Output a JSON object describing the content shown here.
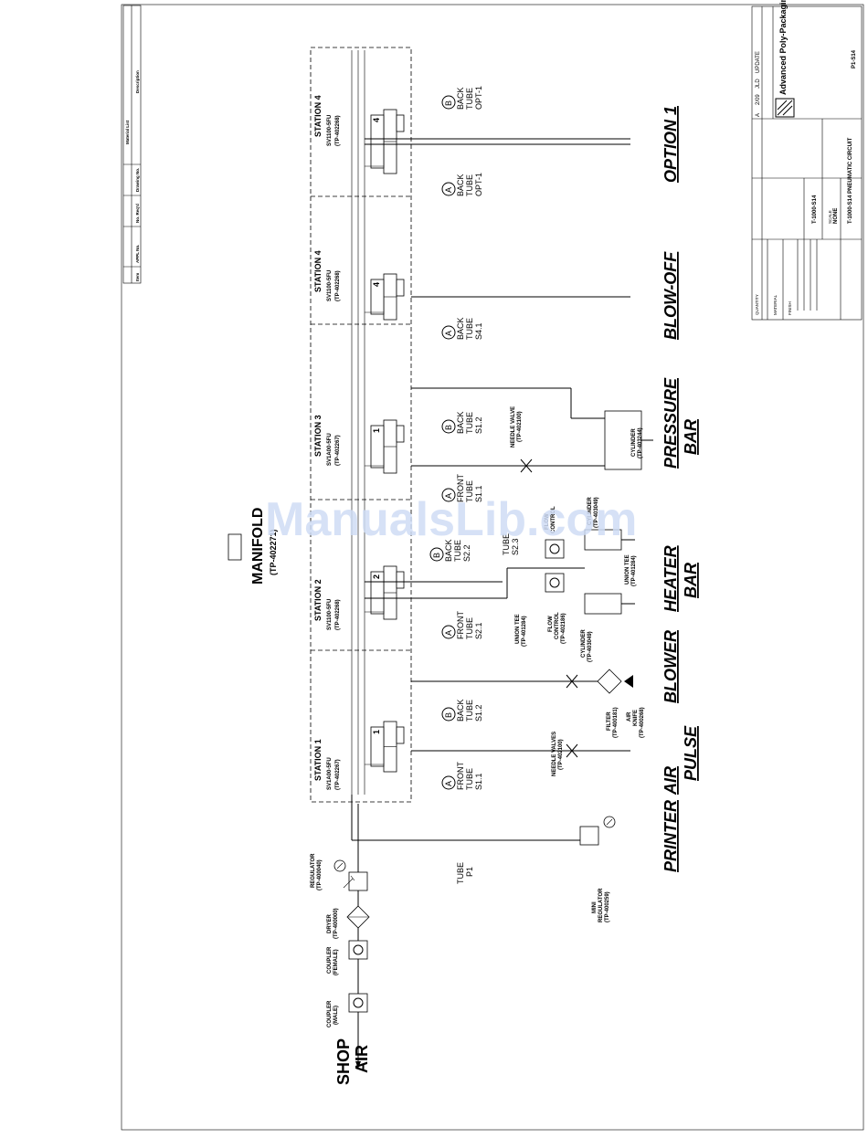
{
  "title_block": {
    "company": "Advanced Poly-Packaging Inc.",
    "drawing_title": "T-1000-S14 PNEUMATIC CIRCUIT",
    "drawing_no": "T-1000-S14",
    "sheet": "P1-S14",
    "rev_letter": "A",
    "rev_date": "2/09",
    "rev_by": "JLD",
    "rev_desc": "UPDATE",
    "quantity_label": "QUANTITY",
    "material_label": "MATERIAL",
    "finish_label": "FINISH",
    "scale_label": "SCALE",
    "scale_value": "NONE"
  },
  "material_list": {
    "title": "Material List",
    "columns": [
      "Item",
      "APPL No.",
      "No. Req'd",
      "Drawing No.",
      "Description"
    ]
  },
  "watermark": "ManualsLib.com",
  "labels": {
    "shop_air_1": "SHOP",
    "shop_air_2": "AIR",
    "manifold": "MANIFOLD",
    "manifold_part": "(TP-402271)",
    "coupler_male_1": "COUPLER",
    "coupler_male_2": "(MALE)",
    "coupler_female_1": "COUPLER",
    "coupler_female_2": "(FEMALE)",
    "dryer_1": "DRYER",
    "dryer_2": "(TP-400000)",
    "regulator_1": "REGULATOR",
    "regulator_2": "(TP-400040)",
    "mini_reg_1": "MINI",
    "mini_reg_2": "REGULATOR",
    "mini_reg_3": "(TP-400259)",
    "tube_p1_1": "TUBE",
    "tube_p1_2": "P1"
  },
  "stations": [
    {
      "name": "STATION 1",
      "valve": "SV1A00-5FU",
      "part": "(TP-402267)"
    },
    {
      "name": "STATION 2",
      "valve": "SV1100-5FU",
      "part": "(TP-402268)"
    },
    {
      "name": "STATION 3",
      "valve": "SV1A00-5FU",
      "part": "(TP-402267)"
    },
    {
      "name": "STATION 4",
      "valve": "SV1100-5FU",
      "part": "(TP-402268)"
    },
    {
      "name": "STATION 4",
      "valve": "SV1100-5FU",
      "part": "(TP-402268)"
    }
  ],
  "valve_numbers": [
    "1",
    "2",
    "1",
    "4",
    "4"
  ],
  "tubes": [
    {
      "port": "A",
      "l1": "FRONT",
      "l2": "TUBE",
      "l3": "S1.1"
    },
    {
      "port": "B",
      "l1": "BACK",
      "l2": "TUBE",
      "l3": "S1.2"
    },
    {
      "port": "A",
      "l1": "FRONT",
      "l2": "TUBE",
      "l3": "S2.1"
    },
    {
      "port": "B",
      "l1": "BACK",
      "l2": "TUBE",
      "l3": "S2.2"
    },
    {
      "port": "A",
      "l1": "FRONT",
      "l2": "TUBE",
      "l3": "S1.1"
    },
    {
      "port": "B",
      "l1": "BACK",
      "l2": "TUBE",
      "l3": "S1.2"
    },
    {
      "port": "A",
      "l1": "BACK",
      "l2": "TUBE",
      "l3": "S4.1"
    },
    {
      "port": "A",
      "l1": "BACK",
      "l2": "TUBE",
      "l3": "OPT-1"
    },
    {
      "port": "B",
      "l1": "BACK",
      "l2": "TUBE",
      "l3": "OPT-1"
    }
  ],
  "tube_s23": {
    "l1": "TUBE",
    "l2": "S2.3"
  },
  "components": {
    "needle_valves_1": "NEEDLE VALVES",
    "needle_valves_2": "(TP-402100)",
    "filter_1": "FILTER",
    "filter_2": "(TP-400181)",
    "air_knife_1": "AIR",
    "air_knife_2": "KNIFE",
    "air_knife_3": "(TP-400268)",
    "union_tee_1": "UNION TEE",
    "union_tee_2": "(TP-401284)",
    "flow_control_1": "FLOW",
    "flow_control_2": "CONTROL",
    "flow_control_3": "(TP-402186)",
    "cylinder_1": "CYLINDER",
    "cylinder_2": "(TP-403049)",
    "needle_valve_1": "NEEDLE VALVE",
    "needle_valve_2": "(TP-402100)",
    "cylinder3_1": "CYLINDER",
    "cylinder3_2": "(TP-403244)"
  },
  "functions": [
    {
      "l1": "PRINTER",
      "l2": ""
    },
    {
      "l1": "AIR",
      "l2": "PULSE"
    },
    {
      "l1": "BLOWER",
      "l2": ""
    },
    {
      "l1": "HEATER",
      "l2": "BAR"
    },
    {
      "l1": "PRESSURE",
      "l2": "BAR"
    },
    {
      "l1": "BLOW-OFF",
      "l2": ""
    },
    {
      "l1": "OPTION 1",
      "l2": ""
    }
  ]
}
